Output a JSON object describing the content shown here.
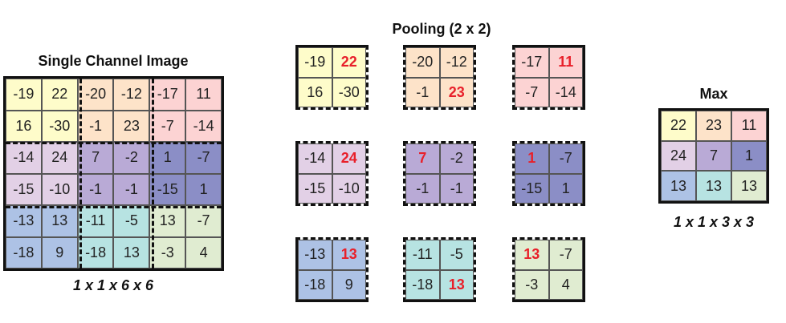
{
  "input": {
    "title": "Single Channel Image",
    "caption": "1 x 1 x 6 x 6",
    "matrix": [
      [
        -19,
        22,
        -20,
        -12,
        -17,
        11
      ],
      [
        16,
        -30,
        -1,
        23,
        -7,
        -14
      ],
      [
        -14,
        24,
        7,
        -2,
        1,
        -7
      ],
      [
        -15,
        -10,
        -1,
        -1,
        -15,
        1
      ],
      [
        -13,
        13,
        -11,
        -5,
        13,
        -7
      ],
      [
        -18,
        9,
        -18,
        13,
        -3,
        4
      ]
    ]
  },
  "pooling": {
    "title": "Pooling (2 x 2)"
  },
  "output": {
    "title": "Max",
    "caption": "1 x 1 x 3 x 3",
    "matrix": [
      [
        22,
        23,
        11
      ],
      [
        24,
        7,
        1
      ],
      [
        13,
        13,
        13
      ]
    ]
  },
  "block_colors": [
    [
      "#fefcca",
      "#fde3c9",
      "#fcd3d3"
    ],
    [
      "#e2d0e6",
      "#b9aad6",
      "#8b8ec6"
    ],
    [
      "#adc2e5",
      "#b7e3e2",
      "#e0ecd1"
    ]
  ],
  "highlight_color": "#e8202a"
}
